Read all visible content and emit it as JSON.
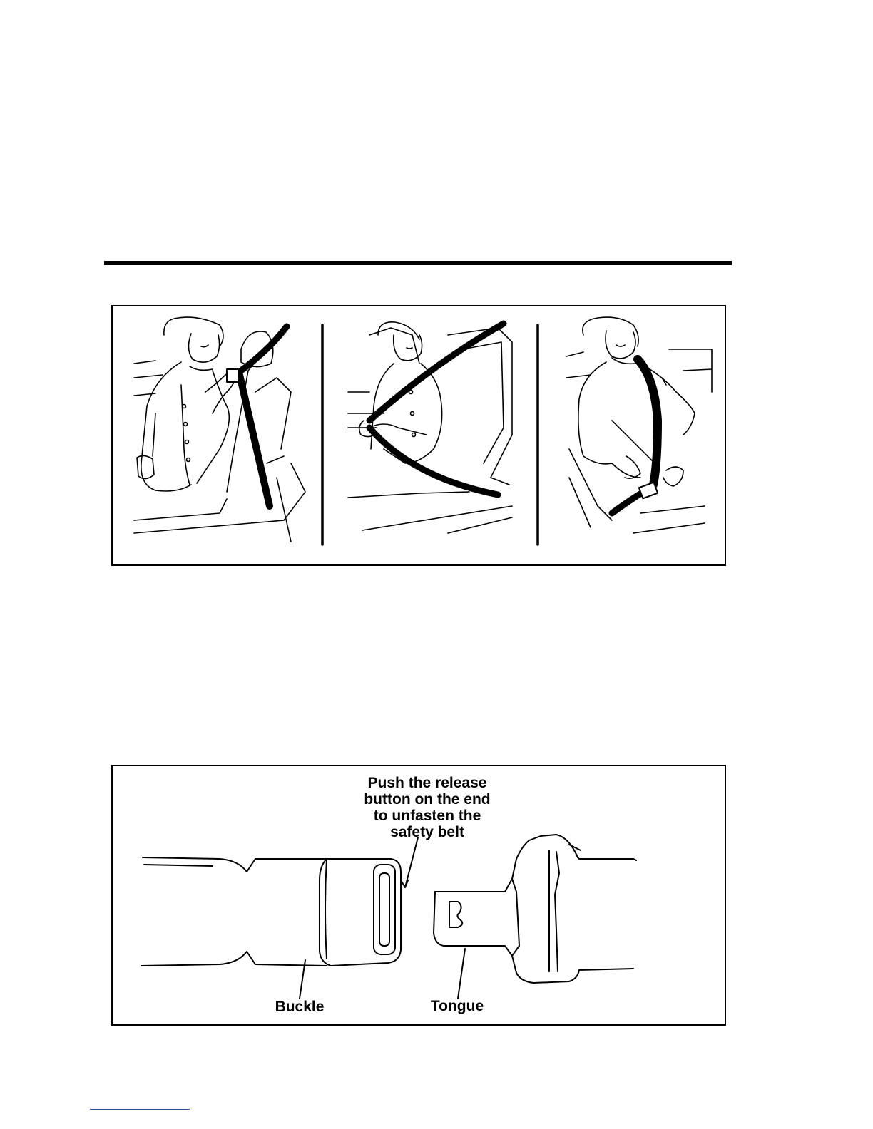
{
  "figure_1": {
    "panels": [
      "reach-for-belt",
      "pull-belt-across-body",
      "insert-tongue-into-buckle"
    ]
  },
  "figure_2": {
    "release_note": [
      "Push the release",
      "button on the end",
      "to unfasten the",
      "safety belt"
    ],
    "buckle_label": "Buckle",
    "tongue_label": "Tongue"
  }
}
